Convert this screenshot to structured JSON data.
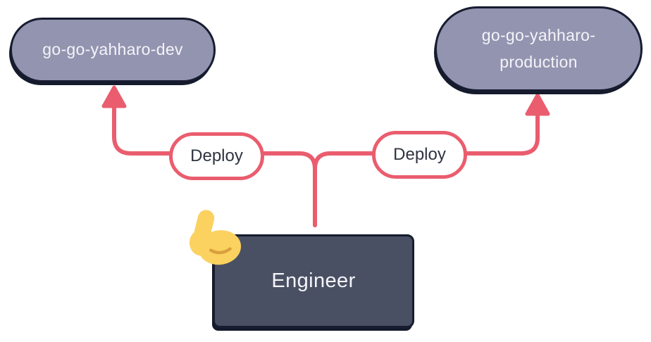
{
  "diagram": {
    "type": "deployment-flow",
    "nodes": [
      {
        "id": "dev",
        "label": "go-go-yahharo-dev"
      },
      {
        "id": "production",
        "label": "go-go-yahharo-production"
      }
    ],
    "edges": [
      {
        "from": "engineer",
        "to": "dev",
        "label": "Deploy"
      },
      {
        "from": "engineer",
        "to": "production",
        "label": "Deploy"
      }
    ],
    "actor": {
      "label": "Engineer",
      "icon": "flexed-biceps"
    },
    "colors": {
      "edge": "#ea5d6e",
      "node_fill": "#9394b0",
      "node_border": "#171c30",
      "node_text": "#f4f4f9",
      "label_fill": "#ffffff",
      "label_border": "#ea5d6e",
      "label_text": "#2e3442",
      "actor_fill": "#4a5063",
      "actor_text": "#f4f4f9",
      "emoji_main": "#fbd15f",
      "emoji_shade": "#d89f3d"
    }
  }
}
